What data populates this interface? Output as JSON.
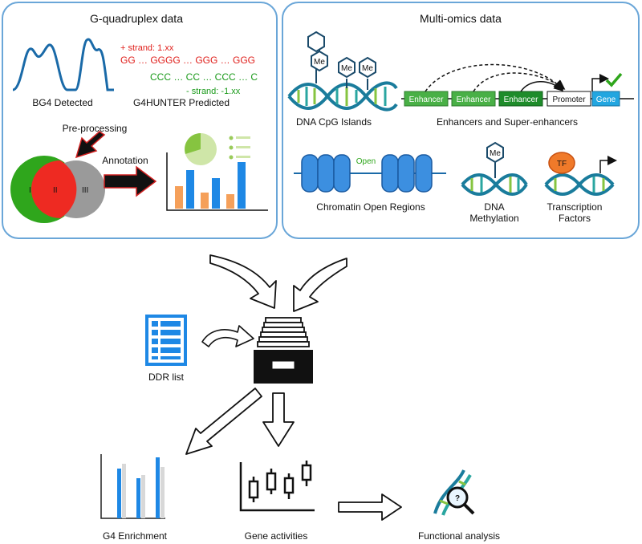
{
  "g4_panel": {
    "title": "G-quadruplex data",
    "bg4_label": "BG4 Detected",
    "g4hunter_label": "G4HUNTER Predicted",
    "plus_strand": "+ strand: 1.xx",
    "g_seq": "GG … GGGG  … GGG  … GGG",
    "c_seq": "CCC  … CC … CCC  … C",
    "minus_strand": "- strand: -1.xx",
    "preprocessing": "Pre-processing",
    "annotation": "Annotation",
    "venn": [
      "I",
      "II",
      "III"
    ]
  },
  "omics_panel": {
    "title": "Multi-omics data",
    "cpg_label": "DNA CpG Islands",
    "me": "Me",
    "enhancers_label": "Enhancers and Super-enhancers",
    "enhancer": "Enhancer",
    "promoter": "Promoter",
    "gene": "Gene",
    "chromatin_label": "Chromatin Open Regions",
    "open": "Open",
    "methylation_label_1": "DNA",
    "methylation_label_2": "Methylation",
    "tf_label_1": "Transcription",
    "tf_label_2": "Factors",
    "tf": "TF"
  },
  "flow": {
    "ddr_label": "DDR list",
    "enrichment_label": "G4 Enrichment",
    "activities_label": "Gene activities",
    "functional_label": "Functional analysis",
    "question": "?"
  },
  "colors": {
    "panel_border": "#6aa6d8",
    "blue": "#1e88e5",
    "orange": "#f5a05a",
    "green_venn": "#2fa61c",
    "red_venn": "#ee2a22",
    "grey_venn": "#9a9a9a",
    "enhancer_green": "#49b046",
    "teal": "#2aa6a0"
  }
}
